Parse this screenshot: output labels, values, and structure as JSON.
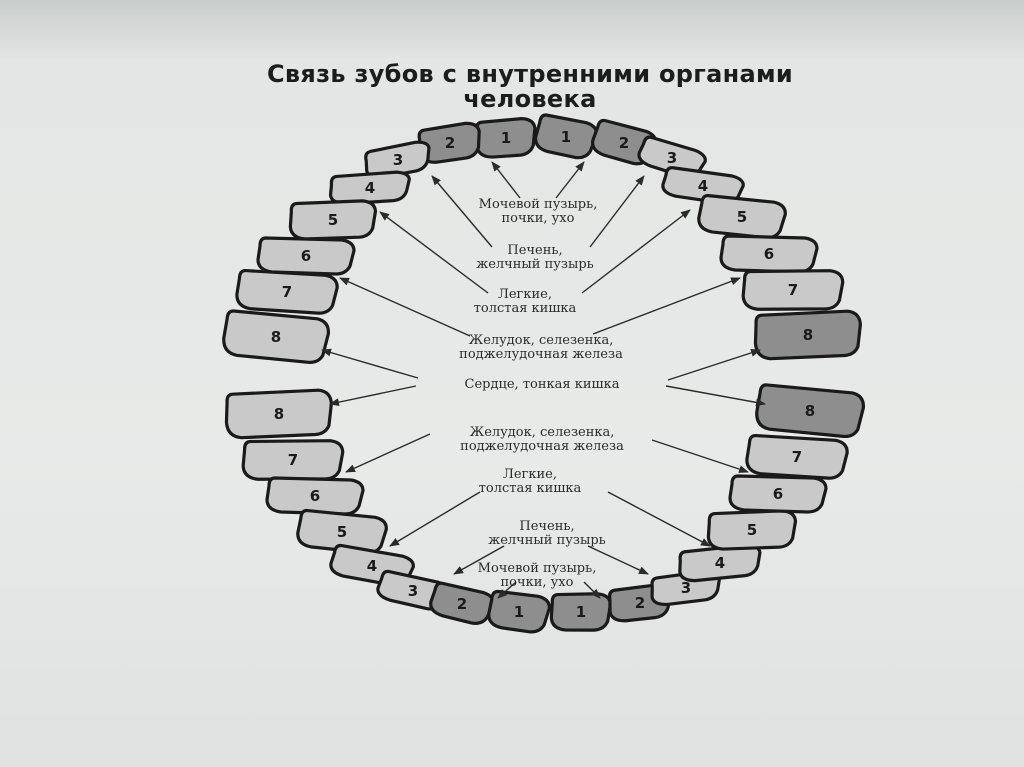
{
  "title": {
    "line1": "Связь зубов с внутренними органами",
    "line2": "человека"
  },
  "colors": {
    "tooth_light": "#c8c9c8",
    "tooth_dark": "#8d8e8d",
    "outline": "#1a1a1a",
    "text": "#2a2a2a"
  },
  "upper_teeth": [
    {
      "side": "left",
      "num": "1",
      "shade": "dark"
    },
    {
      "side": "left",
      "num": "2",
      "shade": "dark"
    },
    {
      "side": "left",
      "num": "3",
      "shade": "light"
    },
    {
      "side": "left",
      "num": "4",
      "shade": "light"
    },
    {
      "side": "left",
      "num": "5",
      "shade": "light"
    },
    {
      "side": "left",
      "num": "6",
      "shade": "light"
    },
    {
      "side": "left",
      "num": "7",
      "shade": "light"
    },
    {
      "side": "left",
      "num": "8",
      "shade": "light"
    },
    {
      "side": "right",
      "num": "1",
      "shade": "dark"
    },
    {
      "side": "right",
      "num": "2",
      "shade": "dark"
    },
    {
      "side": "right",
      "num": "3",
      "shade": "light"
    },
    {
      "side": "right",
      "num": "4",
      "shade": "light"
    },
    {
      "side": "right",
      "num": "5",
      "shade": "light"
    },
    {
      "side": "right",
      "num": "6",
      "shade": "light"
    },
    {
      "side": "right",
      "num": "7",
      "shade": "light"
    },
    {
      "side": "right",
      "num": "8",
      "shade": "dark"
    }
  ],
  "lower_teeth": [
    {
      "side": "left",
      "num": "8",
      "shade": "light"
    },
    {
      "side": "left",
      "num": "7",
      "shade": "light"
    },
    {
      "side": "left",
      "num": "6",
      "shade": "light"
    },
    {
      "side": "left",
      "num": "5",
      "shade": "light"
    },
    {
      "side": "left",
      "num": "4",
      "shade": "light"
    },
    {
      "side": "left",
      "num": "3",
      "shade": "light"
    },
    {
      "side": "left",
      "num": "2",
      "shade": "dark"
    },
    {
      "side": "left",
      "num": "1",
      "shade": "dark"
    },
    {
      "side": "right",
      "num": "1",
      "shade": "dark"
    },
    {
      "side": "right",
      "num": "2",
      "shade": "dark"
    },
    {
      "side": "right",
      "num": "3",
      "shade": "light"
    },
    {
      "side": "right",
      "num": "4",
      "shade": "light"
    },
    {
      "side": "right",
      "num": "5",
      "shade": "light"
    },
    {
      "side": "right",
      "num": "6",
      "shade": "light"
    },
    {
      "side": "right",
      "num": "7",
      "shade": "light"
    },
    {
      "side": "right",
      "num": "8",
      "shade": "dark"
    }
  ],
  "labels": {
    "bladder_upper": [
      "Мочевой пузырь,",
      "почки, ухо"
    ],
    "liver_upper": [
      "Печень,",
      "желчный пузырь"
    ],
    "lungs_upper": [
      "Легкие,",
      "толстая кишка"
    ],
    "stomach_upper": [
      "Желудок, селезенка,",
      "поджелудочная железа"
    ],
    "heart": [
      "Сердце, тонкая кишка"
    ],
    "stomach_lower": [
      "Желудок, селезенка,",
      "поджелудочная железа"
    ],
    "lungs_lower": [
      "Легкие,",
      "толстая кишка"
    ],
    "liver_lower": [
      "Печень,",
      "желчный пузырь"
    ],
    "bladder_lower": [
      "Мочевой пузырь,",
      "почки, ухо"
    ]
  }
}
